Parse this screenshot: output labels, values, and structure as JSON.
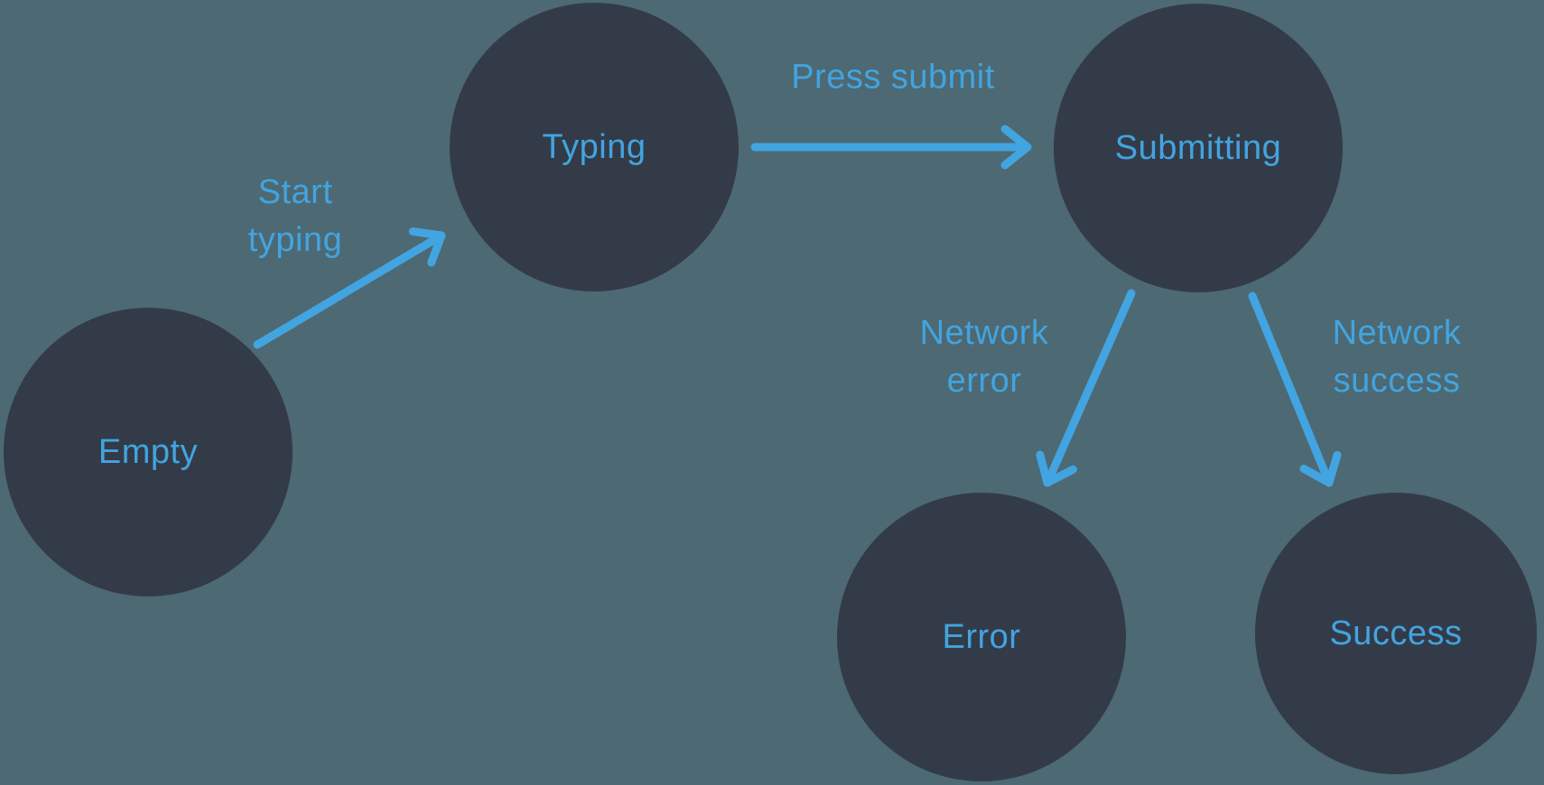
{
  "colors": {
    "background": "#4D6973",
    "node_fill": "#333B48",
    "accent_blue": "#42A4E0"
  },
  "diagram": {
    "type": "state-machine",
    "nodes": [
      {
        "id": "empty",
        "label": "Empty"
      },
      {
        "id": "typing",
        "label": "Typing"
      },
      {
        "id": "submitting",
        "label": "Submitting"
      },
      {
        "id": "error",
        "label": "Error"
      },
      {
        "id": "success",
        "label": "Success"
      }
    ],
    "edges": [
      {
        "id": "start-typing",
        "label": "Start\ntyping",
        "from": "empty",
        "to": "typing"
      },
      {
        "id": "press-submit",
        "label": "Press submit",
        "from": "typing",
        "to": "submitting"
      },
      {
        "id": "network-error",
        "label": "Network\nerror",
        "from": "submitting",
        "to": "error"
      },
      {
        "id": "network-success",
        "label": "Network\nsuccess",
        "from": "submitting",
        "to": "success"
      }
    ]
  }
}
